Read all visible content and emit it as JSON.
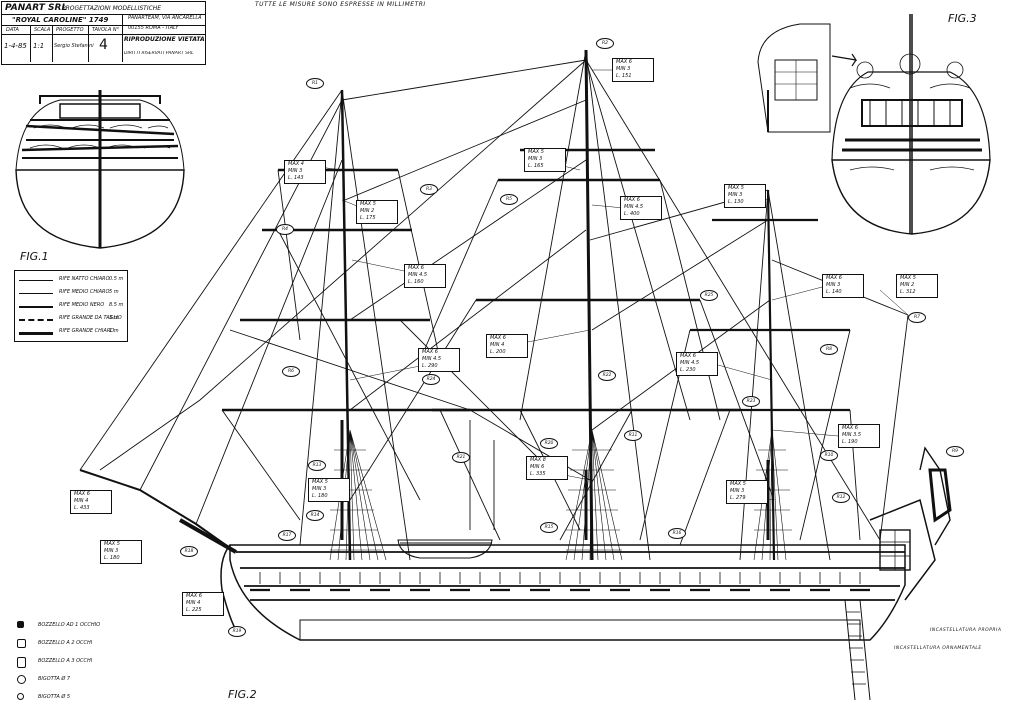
{
  "title_block": {
    "company": "PANART SRL",
    "department": "PROGETTAZIONI MODELLISTICHE",
    "model_name": "\"ROYAL CAROLINE\" 1749",
    "address_1": "PANARTEAM, VIA ANCARELLA",
    "address_2": "00155 ROMA - ITALY",
    "col_date": "DATA",
    "col_scale": "SCALA",
    "col_design": "PROGETTO",
    "col_sheet": "TAVOLA N°",
    "date": "1-4-85",
    "scale": "1:1",
    "designer": "Sergio Stefanini",
    "sheet_no": "4",
    "copyright_1": "RIPRODUZIONE VIETATA",
    "copyright_2": "DIRITTI RISERVATI PANART SRL"
  },
  "top_note": "TUTTE LE MISURE SONO ESPRESSE IN MILLIMETRI",
  "figures": {
    "fig1": "FIG.1",
    "fig2": "FIG.2",
    "fig3": "FIG.3"
  },
  "legend": {
    "items": [
      {
        "label": "RIFE NATTO CHIARO",
        "value": "0.5 m"
      },
      {
        "label": "RIFE MEDIO CHIARO",
        "value": "5 m"
      },
      {
        "label": "RIFE MEDIO NERO",
        "value": "8.5 m"
      },
      {
        "label": "RIFE GRANDE DA TAGLIO",
        "value": "3 m"
      },
      {
        "label": "RIFE GRANDE CHIARO",
        "value": "1 m"
      }
    ]
  },
  "blocks_legend": {
    "items": [
      {
        "label": "BOZZELLO AD 1 OCCHIO"
      },
      {
        "label": "BOZZELLO A 2 OCCHI"
      },
      {
        "label": "BOZZELLO A 3 OCCHI"
      },
      {
        "label": "BIGOTTA Ø 7"
      },
      {
        "label": "BIGOTTA Ø 5"
      }
    ]
  },
  "hull_labels": {
    "label_1": "INCASTELLATURA PROPRIA",
    "label_2": "INCASTELLATURA ORNAMENTALE"
  },
  "measure_tables": [
    {
      "max": "MAX 6",
      "min": "MIN 3",
      "len": "L. 151"
    },
    {
      "max": "MAX 5",
      "min": "MIN 3",
      "len": "L. 165"
    },
    {
      "max": "MAX 4",
      "min": "MIN 3",
      "len": "L. 143"
    },
    {
      "max": "MAX 6",
      "min": "MIN 4.5",
      "len": "L. 400"
    },
    {
      "max": "MAX 5",
      "min": "MIN 3",
      "len": "L. 130"
    },
    {
      "max": "MAX 5",
      "min": "MIN 2",
      "len": "L. 175"
    },
    {
      "max": "MAX 6",
      "min": "MIN 4.5",
      "len": "L. 160"
    },
    {
      "max": "MAX 6",
      "min": "MIN 3",
      "len": "L. 140"
    },
    {
      "max": "MAX 5",
      "min": "MIN 2",
      "len": "L. 312"
    },
    {
      "max": "MAX 6",
      "min": "MIN 4.5",
      "len": "L. 290"
    },
    {
      "max": "MAX 6",
      "min": "MIN 4",
      "len": "L. 200"
    },
    {
      "max": "MAX 6",
      "min": "MIN 4.5",
      "len": "L. 230"
    },
    {
      "max": "MAX 6",
      "min": "MIN 3.5",
      "len": "L. 190"
    },
    {
      "max": "MAX 8",
      "min": "MIN 6",
      "len": "L. 335"
    },
    {
      "max": "MAX 5",
      "min": "MIN 3",
      "len": "L. 180"
    },
    {
      "max": "MAX 6",
      "min": "MIN 4",
      "len": "L. 433"
    },
    {
      "max": "MAX 5",
      "min": "MIN 3",
      "len": "L. 279"
    },
    {
      "max": "MAX 5",
      "min": "MIN 3",
      "len": "L. 180"
    },
    {
      "max": "MAX 6",
      "min": "MIN 4",
      "len": "L. 225"
    }
  ],
  "callouts": [
    "R1",
    "R2",
    "R3",
    "R4",
    "R5",
    "R6",
    "R7",
    "R8",
    "R9",
    "R10",
    "R11",
    "R12",
    "R13",
    "R14",
    "R15",
    "R16",
    "R17",
    "R18",
    "R19",
    "R20",
    "R21",
    "R22",
    "R23",
    "R24",
    "R25"
  ]
}
